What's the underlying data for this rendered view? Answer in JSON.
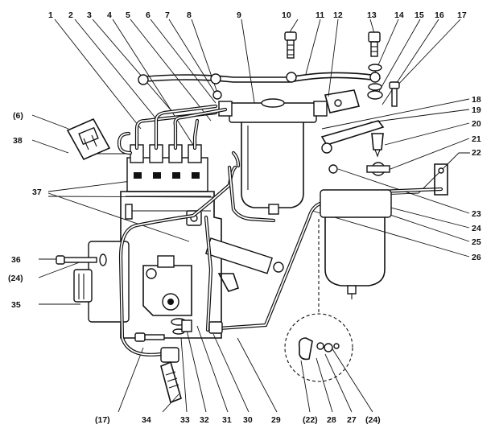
{
  "diagram": {
    "callouts": [
      {
        "id": "c1",
        "text": "1"
      },
      {
        "id": "c2",
        "text": "2"
      },
      {
        "id": "c3",
        "text": "3"
      },
      {
        "id": "c4",
        "text": "4"
      },
      {
        "id": "c5",
        "text": "5"
      },
      {
        "id": "c6",
        "text": "6"
      },
      {
        "id": "c7",
        "text": "7"
      },
      {
        "id": "c8",
        "text": "8"
      },
      {
        "id": "c9",
        "text": "9"
      },
      {
        "id": "c10",
        "text": "10"
      },
      {
        "id": "c11",
        "text": "11"
      },
      {
        "id": "c12",
        "text": "12"
      },
      {
        "id": "c13",
        "text": "13"
      },
      {
        "id": "c14",
        "text": "14"
      },
      {
        "id": "c15",
        "text": "15"
      },
      {
        "id": "c16",
        "text": "16"
      },
      {
        "id": "c17",
        "text": "17"
      },
      {
        "id": "c18",
        "text": "18"
      },
      {
        "id": "c19",
        "text": "19"
      },
      {
        "id": "c20",
        "text": "20"
      },
      {
        "id": "c21",
        "text": "21"
      },
      {
        "id": "c22",
        "text": "22"
      },
      {
        "id": "c23",
        "text": "23"
      },
      {
        "id": "c24",
        "text": "24"
      },
      {
        "id": "c25",
        "text": "25"
      },
      {
        "id": "c26",
        "text": "26"
      },
      {
        "id": "c6p",
        "text": "(6)"
      },
      {
        "id": "c38",
        "text": "38"
      },
      {
        "id": "c37",
        "text": "37"
      },
      {
        "id": "c36",
        "text": "36"
      },
      {
        "id": "c24p",
        "text": "(24)"
      },
      {
        "id": "c35",
        "text": "35"
      },
      {
        "id": "c17p",
        "text": "(17)"
      },
      {
        "id": "c34",
        "text": "34"
      },
      {
        "id": "c33",
        "text": "33"
      },
      {
        "id": "c32",
        "text": "32"
      },
      {
        "id": "c31",
        "text": "31"
      },
      {
        "id": "c30",
        "text": "30"
      },
      {
        "id": "c29",
        "text": "29"
      },
      {
        "id": "c22p",
        "text": "(22)"
      },
      {
        "id": "c28",
        "text": "28"
      },
      {
        "id": "c27",
        "text": "27"
      },
      {
        "id": "c24pb",
        "text": "(24)"
      }
    ]
  }
}
